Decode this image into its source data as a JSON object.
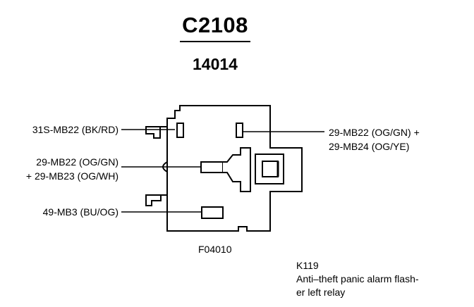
{
  "diagram": {
    "connector_id": "C2108",
    "component_number": "14014",
    "figure_id": "F04010",
    "pins": [
      {
        "id": "pin-1",
        "lines": [
          "31S-MB22 (BK/RD)"
        ],
        "side": "left"
      },
      {
        "id": "pin-2",
        "lines": [
          "29-MB22 (OG/GN)",
          "+ 29-MB23 (OG/WH)"
        ],
        "side": "left"
      },
      {
        "id": "pin-3",
        "lines": [
          "49-MB3 (BU/OG)"
        ],
        "side": "left"
      },
      {
        "id": "pin-4",
        "lines": [
          "29-MB22 (OG/GN) +",
          "29-MB24 (OG/YE)"
        ],
        "side": "right"
      }
    ],
    "relay": {
      "code": "K119",
      "description_line1": "Anti–theft panic alarm flash-",
      "description_line2": "er left relay"
    }
  }
}
